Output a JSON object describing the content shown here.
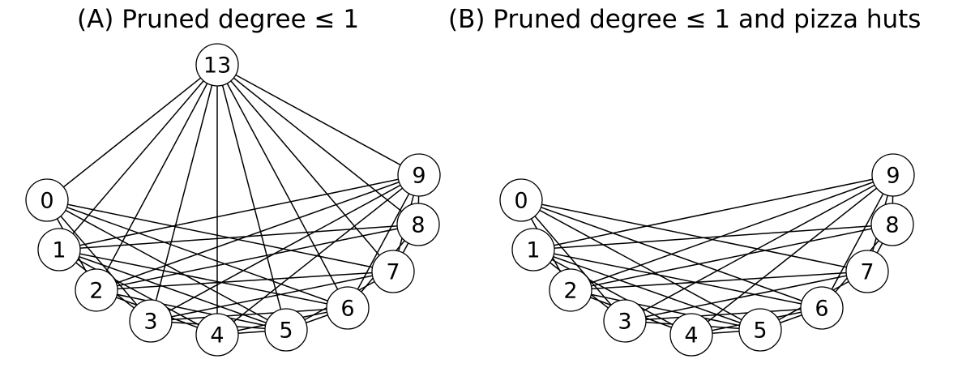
{
  "panels": [
    {
      "id": "A",
      "title": "(A) Pruned degree ≤ 1",
      "nodes": [
        "0",
        "1",
        "2",
        "3",
        "4",
        "5",
        "6",
        "7",
        "8",
        "9",
        "13"
      ],
      "edges": [
        [
          "13",
          "0"
        ],
        [
          "13",
          "1"
        ],
        [
          "13",
          "2"
        ],
        [
          "13",
          "3"
        ],
        [
          "13",
          "4"
        ],
        [
          "13",
          "5"
        ],
        [
          "13",
          "6"
        ],
        [
          "13",
          "7"
        ],
        [
          "13",
          "8"
        ],
        [
          "13",
          "9"
        ],
        [
          "0",
          "2"
        ],
        [
          "0",
          "3"
        ],
        [
          "0",
          "5"
        ],
        [
          "0",
          "6"
        ],
        [
          "0",
          "7"
        ],
        [
          "1",
          "3"
        ],
        [
          "1",
          "4"
        ],
        [
          "1",
          "5"
        ],
        [
          "1",
          "6"
        ],
        [
          "1",
          "8"
        ],
        [
          "1",
          "9"
        ],
        [
          "2",
          "4"
        ],
        [
          "2",
          "5"
        ],
        [
          "2",
          "7"
        ],
        [
          "2",
          "8"
        ],
        [
          "2",
          "9"
        ],
        [
          "3",
          "5"
        ],
        [
          "3",
          "6"
        ],
        [
          "3",
          "7"
        ],
        [
          "3",
          "9"
        ],
        [
          "4",
          "5"
        ],
        [
          "4",
          "6"
        ],
        [
          "4",
          "9"
        ],
        [
          "5",
          "6"
        ],
        [
          "5",
          "7"
        ],
        [
          "6",
          "8"
        ],
        [
          "6",
          "9"
        ],
        [
          "7",
          "8"
        ],
        [
          "7",
          "9"
        ],
        [
          "8",
          "9"
        ]
      ]
    },
    {
      "id": "B",
      "title": "(B) Pruned degree ≤ 1 and pizza huts",
      "nodes": [
        "0",
        "1",
        "2",
        "3",
        "4",
        "5",
        "6",
        "7",
        "8",
        "9"
      ],
      "edges": [
        [
          "0",
          "2"
        ],
        [
          "0",
          "3"
        ],
        [
          "0",
          "5"
        ],
        [
          "0",
          "6"
        ],
        [
          "0",
          "7"
        ],
        [
          "1",
          "3"
        ],
        [
          "1",
          "4"
        ],
        [
          "1",
          "5"
        ],
        [
          "1",
          "6"
        ],
        [
          "1",
          "8"
        ],
        [
          "1",
          "9"
        ],
        [
          "2",
          "4"
        ],
        [
          "2",
          "5"
        ],
        [
          "2",
          "7"
        ],
        [
          "2",
          "8"
        ],
        [
          "2",
          "9"
        ],
        [
          "3",
          "5"
        ],
        [
          "3",
          "6"
        ],
        [
          "3",
          "7"
        ],
        [
          "3",
          "9"
        ],
        [
          "4",
          "5"
        ],
        [
          "4",
          "6"
        ],
        [
          "4",
          "9"
        ],
        [
          "5",
          "6"
        ],
        [
          "5",
          "7"
        ],
        [
          "6",
          "8"
        ],
        [
          "6",
          "9"
        ],
        [
          "7",
          "8"
        ],
        [
          "7",
          "9"
        ],
        [
          "8",
          "9"
        ]
      ]
    }
  ]
}
